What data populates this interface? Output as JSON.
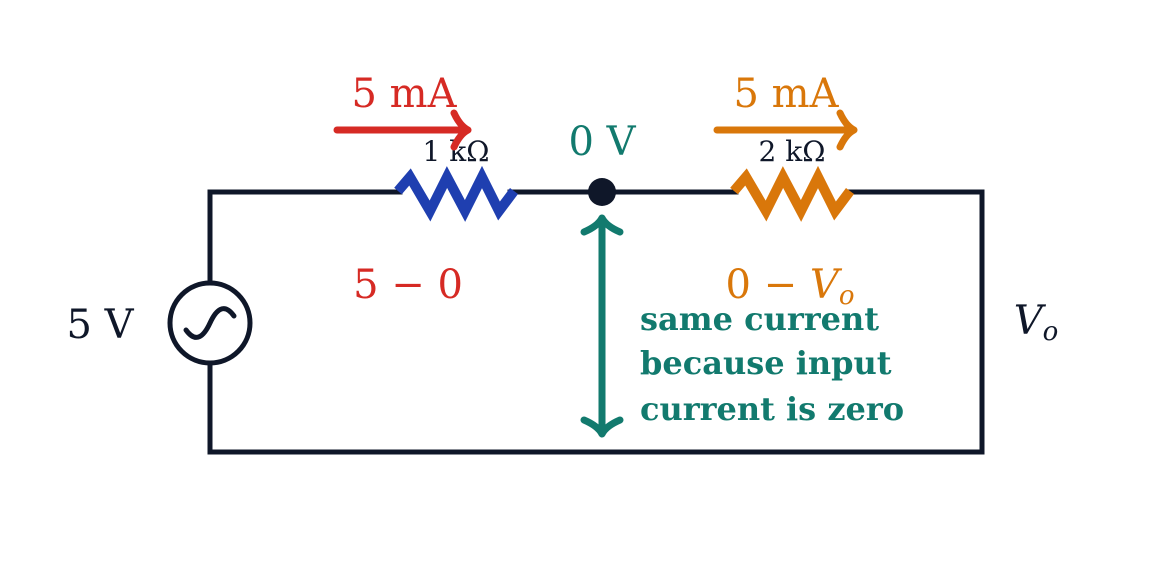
{
  "colors": {
    "wire": "#0f1729",
    "red": "#d62a24",
    "blue": "#1f3fb0",
    "orange": "#d9770a",
    "teal": "#127a6e"
  },
  "source": {
    "label": "5 V",
    "icon": "ac-source-icon"
  },
  "resistor1": {
    "label": "1 kΩ"
  },
  "resistor2": {
    "label": "2 kΩ"
  },
  "node": {
    "label": "0 V"
  },
  "current1": {
    "label": "5 mA"
  },
  "current2": {
    "label": "5 mA"
  },
  "drop1": {
    "label": "5 − 0"
  },
  "drop2": {
    "prefix": "0 − ",
    "var": "V",
    "sub": "o"
  },
  "output": {
    "var": "V",
    "sub": "o"
  },
  "annotation": {
    "lines": [
      "same current",
      "because input",
      "current is zero"
    ]
  }
}
